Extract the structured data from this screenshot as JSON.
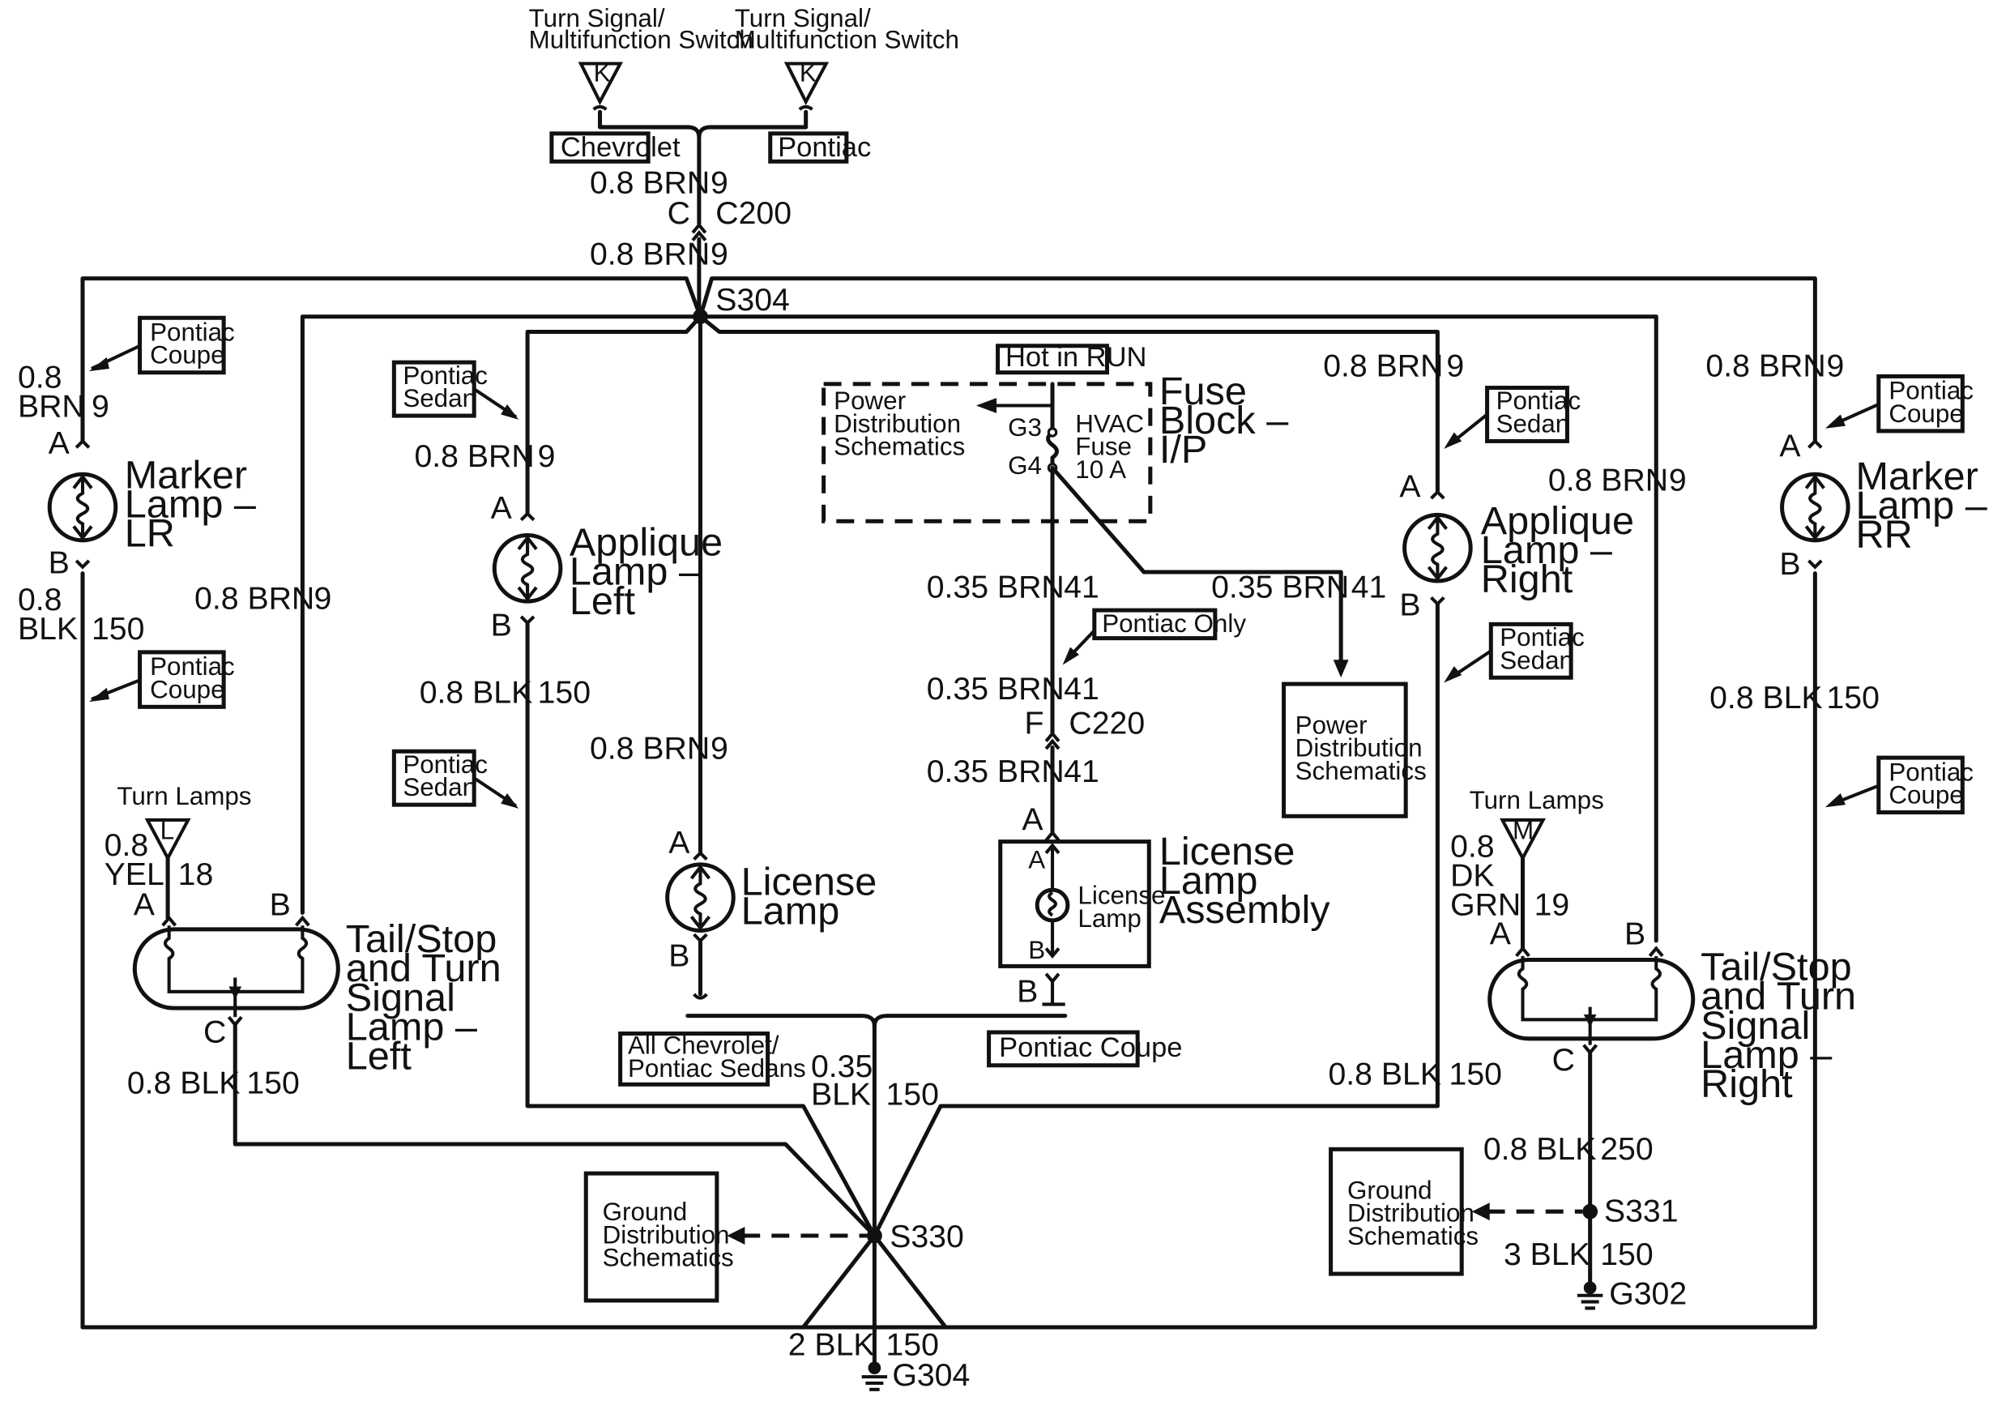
{
  "switch_left": {
    "line1": "Turn Signal/",
    "line2": "Multifunction Switch",
    "pin": "K"
  },
  "switch_right": {
    "line1": "Turn Signal/",
    "line2": "Multifunction Switch",
    "pin": "K"
  },
  "tag_chevrolet": "Chevrolet",
  "tag_pontiac": "Pontiac",
  "top_wire_a": {
    "gauge": "0.8 BRN",
    "circuit": "9"
  },
  "c200": {
    "pin": "C",
    "name": "C200"
  },
  "top_wire_b": {
    "gauge": "0.8 BRN",
    "circuit": "9"
  },
  "s304": "S304",
  "pontiac_coupe": "Pontiac Coupe",
  "pontiac_sedan": "Pontiac Sedan",
  "pontiac_coupe_lines": [
    "Pontiac",
    "Coupe"
  ],
  "pontiac_sedan_lines": [
    "Pontiac",
    "Sedan"
  ],
  "pontiac_only": "Pontiac Only",
  "marker_lr": {
    "lines": [
      "Marker",
      "Lamp –",
      "LR"
    ],
    "pin_a": "A",
    "pin_b": "B",
    "in_gauge": [
      "0.8",
      "BRN"
    ],
    "in_circuit": "9",
    "out_gauge": [
      "0.8",
      "BLK"
    ],
    "out_circuit": "150"
  },
  "marker_rr": {
    "lines": [
      "Marker",
      "Lamp –",
      "RR"
    ],
    "pin_a": "A",
    "pin_b": "B",
    "in_gauge": "0.8 BRN",
    "in_circuit": "9",
    "out_gauge": "0.8 BLK",
    "out_circuit": "150"
  },
  "applique_left": {
    "lines": [
      "Applique",
      "Lamp –",
      "Left"
    ],
    "pin_a": "A",
    "pin_b": "B",
    "in_gauge": "0.8 BRN",
    "in_circuit": "9",
    "out_gauge": "0.8 BLK",
    "out_circuit": "150"
  },
  "applique_right": {
    "lines": [
      "Applique",
      "Lamp –",
      "Right"
    ],
    "pin_a": "A",
    "pin_b": "B",
    "in_gauge": "0.8 BRN",
    "in_circuit": "9",
    "top_gauge": "0.8 BRN",
    "top_circuit": "9",
    "out_gauge": "0.8 BLK",
    "out_circuit": "150"
  },
  "license_lamp": {
    "lines": [
      "License",
      "Lamp"
    ],
    "pin_a": "A",
    "pin_b": "B",
    "in_gauge": "0.8 BRN",
    "in_circuit": "9"
  },
  "left_wire_b": {
    "gauge": "0.8 BRN",
    "circuit": "9"
  },
  "hot_in_run": "Hot in RUN",
  "fuse_block": {
    "lines": [
      "Fuse",
      "Block –",
      "I/P"
    ],
    "fuse_lines": [
      "HVAC",
      "Fuse",
      "10 A"
    ],
    "g3": "G3",
    "g4": "G4",
    "pds_lines": [
      "Power",
      "Distribution",
      "Schematics"
    ]
  },
  "pds_box_lines": [
    "Power",
    "Distribution",
    "Schematics"
  ],
  "wire_41_a": {
    "gauge": "0.35 BRN",
    "circuit": "41"
  },
  "wire_41_b": {
    "gauge": "0.35 BRN",
    "circuit": "41"
  },
  "wire_41_c": {
    "gauge": "0.35 BRN",
    "circuit": "41"
  },
  "wire_41_d": {
    "gauge": "0.35 BRN",
    "circuit": "41"
  },
  "c220": {
    "pin": "F",
    "name": "C220"
  },
  "license_assembly": {
    "lines": [
      "License",
      "Lamp",
      "Assembly"
    ],
    "inner_lines": [
      "License",
      "Lamp"
    ],
    "pin_a": "A",
    "pin_b": "B",
    "inner_a": "A",
    "inner_b": "B"
  },
  "tag_all_sedans_lines": [
    "All Chevrolet/",
    "Pontiac Sedans"
  ],
  "tag_pontiac_coupe_bottom": "Pontiac Coupe",
  "tail_left": {
    "lines": [
      "Tail/Stop",
      "and Turn",
      "Signal",
      "Lamp –",
      "Left"
    ],
    "turn_lamps": "Turn Lamps",
    "turn_pin": "L",
    "feed_gauge": [
      "0.8",
      "YEL"
    ],
    "feed_circuit": "18",
    "pin_a": "A",
    "pin_b": "B",
    "pin_c": "C",
    "out_gauge": "0.8 BLK",
    "out_circuit": "150"
  },
  "tail_right": {
    "lines": [
      "Tail/Stop",
      "and Turn",
      "Signal",
      "Lamp –",
      "Right"
    ],
    "turn_lamps": "Turn Lamps",
    "turn_pin": "M",
    "feed_gauge": [
      "0.8",
      "DK",
      "GRN"
    ],
    "feed_circuit": "19",
    "pin_a": "A",
    "pin_b": "B",
    "pin_c": "C"
  },
  "ground_mid": {
    "gauge": [
      "0.35",
      "BLK"
    ],
    "circuit": "150"
  },
  "s330": "S330",
  "ground_dist_lines": [
    "Ground",
    "Distribution",
    "Schematics"
  ],
  "g304_wire": {
    "gauge": "2 BLK",
    "circuit": "150"
  },
  "g304": "G304",
  "right_out": {
    "gauge": "0.8 BLK",
    "circuit": "150"
  },
  "s331_wire_in": {
    "gauge": "0.8 BLK",
    "circuit": "250"
  },
  "s331": "S331",
  "s331_wire_out": {
    "gauge": "3 BLK",
    "circuit": "150"
  },
  "g302": "G302"
}
